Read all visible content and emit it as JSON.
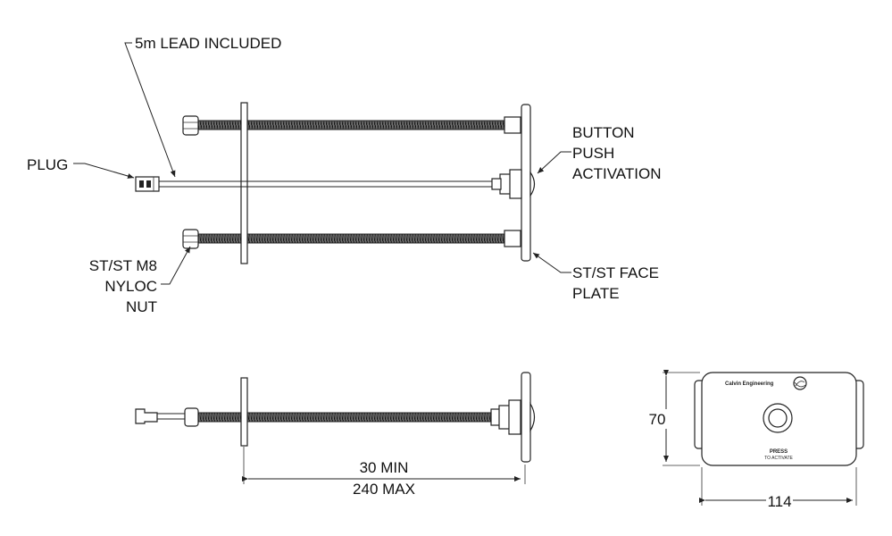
{
  "labels": {
    "lead": "5m LEAD INCLUDED",
    "plug": "PLUG",
    "button_l1": "BUTTON",
    "button_l2": "PUSH",
    "button_l3": "ACTIVATION",
    "nut_l1": "ST/ST M8",
    "nut_l2": "NYLOC",
    "nut_l3": "NUT",
    "face_l1": "ST/ST FACE",
    "face_l2": "PLATE"
  },
  "dimensions": {
    "length_min": "30 MIN",
    "length_max": "240 MAX",
    "height": "70",
    "width": "114"
  },
  "plate": {
    "brand": "Calvin Engineering",
    "press": "PRESS",
    "activate": "TO ACTIVATE"
  }
}
